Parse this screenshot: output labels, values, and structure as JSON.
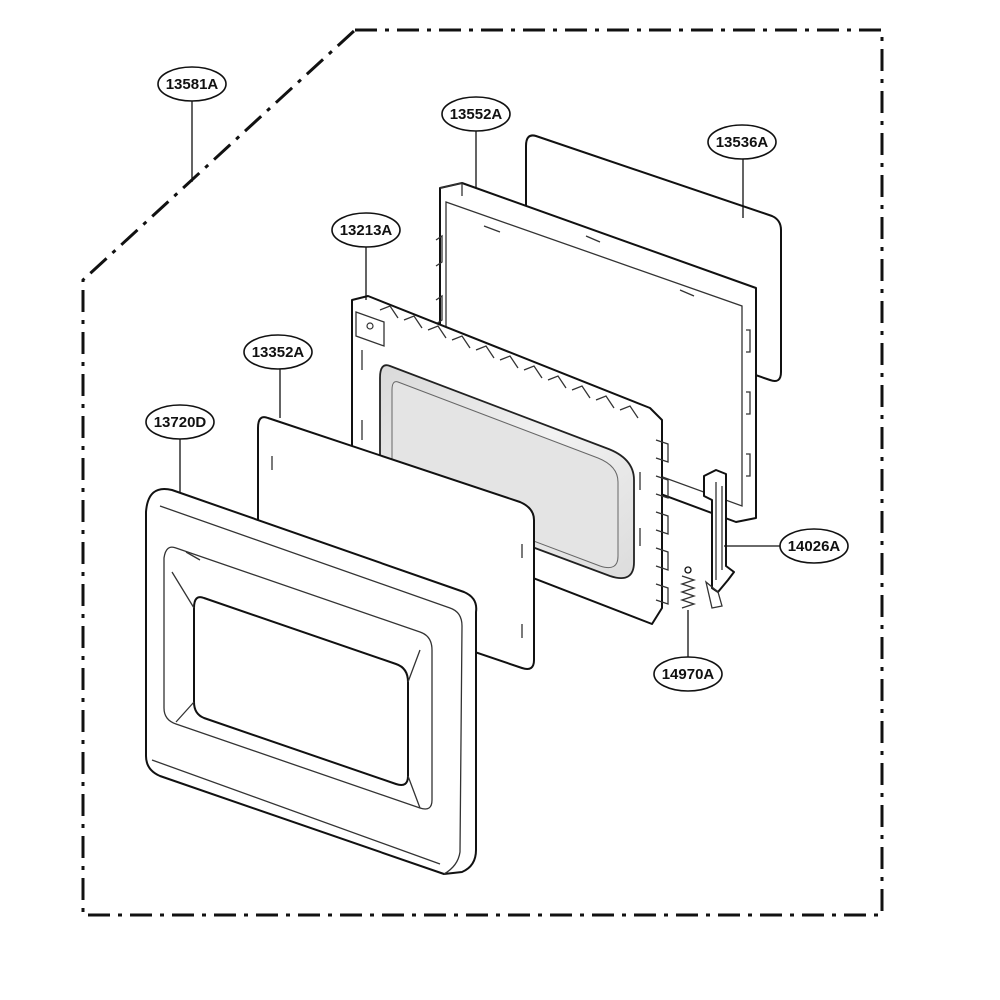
{
  "diagram": {
    "callouts": [
      {
        "id": "13581A",
        "text": "13581A"
      },
      {
        "id": "13552A",
        "text": "13552A"
      },
      {
        "id": "13536A",
        "text": "13536A"
      },
      {
        "id": "13213A",
        "text": "13213A"
      },
      {
        "id": "13352A",
        "text": "13352A"
      },
      {
        "id": "13720D",
        "text": "13720D"
      },
      {
        "id": "14026A",
        "text": "14026A"
      },
      {
        "id": "14970A",
        "text": "14970A"
      }
    ]
  }
}
